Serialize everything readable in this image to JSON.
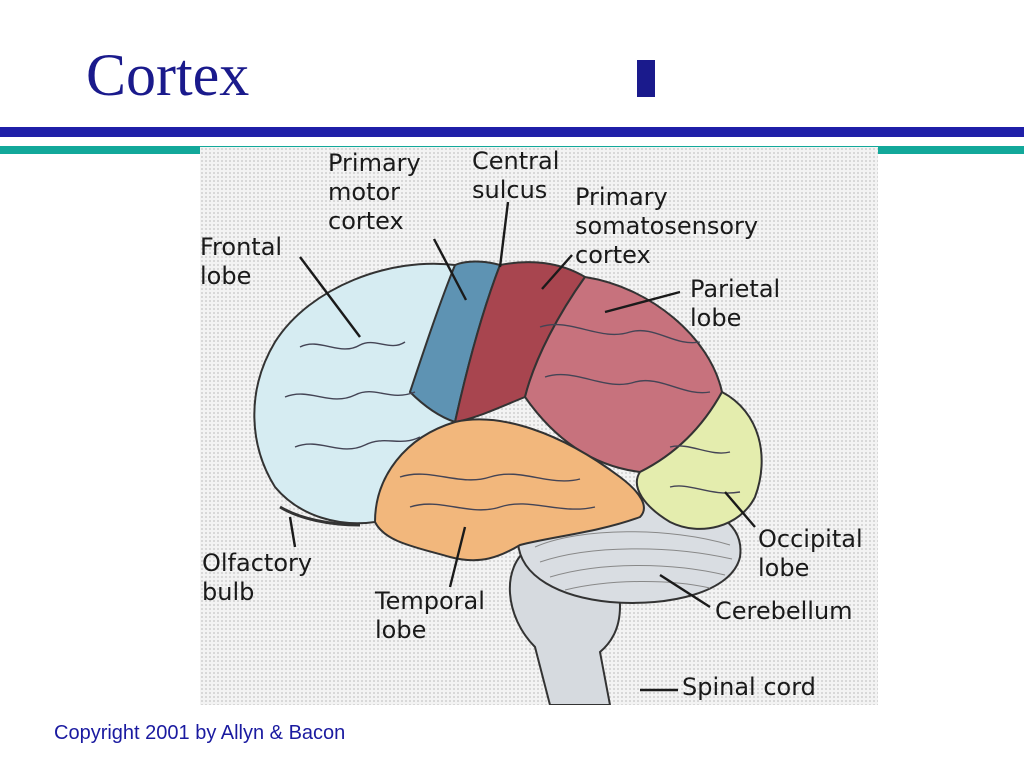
{
  "slide": {
    "title": "Cortex",
    "copyright": "Copyright 2001 by Allyn & Bacon"
  },
  "diagram": {
    "labels": {
      "primary_motor_cortex": [
        "Primary",
        "motor",
        "cortex"
      ],
      "central_sulcus": [
        "Central",
        "sulcus"
      ],
      "primary_somatosensory_cortex": [
        "Primary",
        "somatosensory",
        "cortex"
      ],
      "frontal_lobe": [
        "Frontal",
        "lobe"
      ],
      "parietal_lobe": [
        "Parietal",
        "lobe"
      ],
      "occipital_lobe": [
        "Occipital",
        "lobe"
      ],
      "olfactory_bulb": [
        "Olfactory",
        "bulb"
      ],
      "temporal_lobe": [
        "Temporal",
        "lobe"
      ],
      "cerebellum": [
        "Cerebellum"
      ],
      "spinal_cord": [
        "Spinal cord"
      ]
    },
    "colors": {
      "frontal": "#d6ecf2",
      "motor": "#5e93b3",
      "somatosensory": "#a8454f",
      "parietal": "#c7727d",
      "occipital": "#e4edae",
      "temporal": "#f2b77c",
      "cerebellum": "#d9dde2",
      "brainstem": "#d6dadf"
    }
  }
}
